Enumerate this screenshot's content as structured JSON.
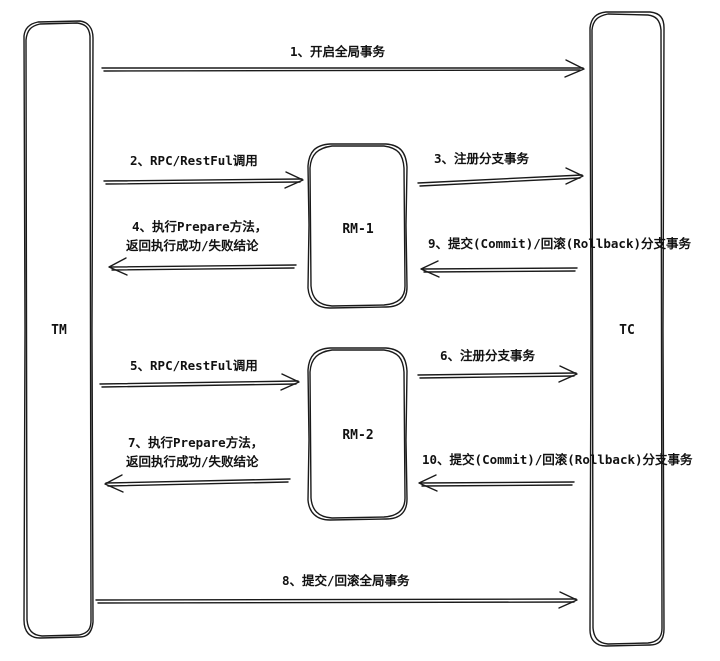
{
  "nodes": {
    "tm": "TM",
    "tc": "TC",
    "rm1": "RM-1",
    "rm2": "RM-2"
  },
  "arrows": {
    "a1": "1、开启全局事务",
    "a2": "2、RPC/RestFul调用",
    "a3": "3、注册分支事务",
    "a4_line1": "4、执行Prepare方法，",
    "a4_line2": "返回执行成功/失败结论",
    "a5": "5、RPC/RestFul调用",
    "a6": "6、注册分支事务",
    "a7_line1": "7、执行Prepare方法，",
    "a7_line2": "返回执行成功/失败结论",
    "a8": "8、提交/回滚全局事务",
    "a9": "9、提交(Commit)/回滚(Rollback)分支事务",
    "a10": "10、提交(Commit)/回滚(Rollback)分支事务"
  },
  "colors": {
    "ink": "#1a1a1a",
    "background": "#ffffff"
  }
}
